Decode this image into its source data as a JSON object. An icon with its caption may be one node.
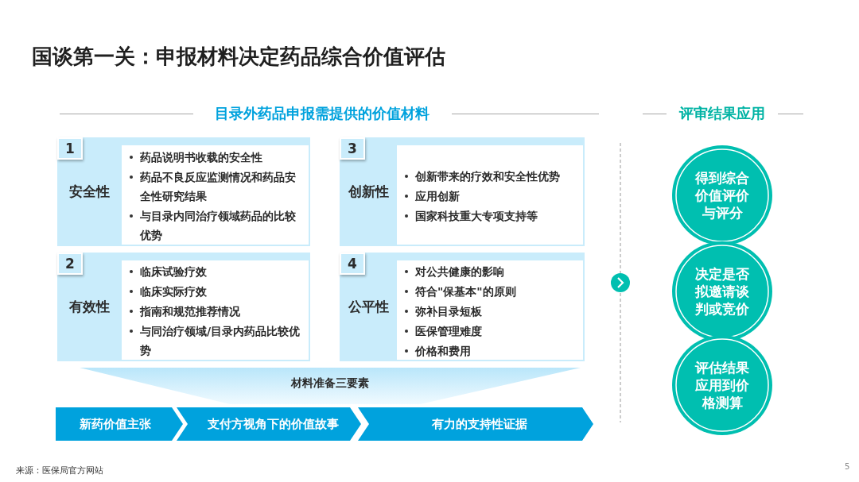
{
  "diagram": {
    "title": "国谈第一关：申报材料决定药品综合价值评估",
    "nodes": [
      {
        "text": [
          "安全性"
        ]
      },
      {
        "text": [
          "1"
        ],
        "in": 0
      },
      {
        "text": [
          "药品说明书收载的安全性",
          "药品不良反应监测情况和药品安全性研究结果",
          "与目录内同治疗领域药品的比较优势"
        ],
        "in": 0
      },
      {
        "text": [
          "创新性"
        ]
      },
      {
        "text": [
          "3"
        ],
        "in": 3
      },
      {
        "text": [
          "创新带来的疗效和安全性优势",
          "应用创新",
          "国家科技重大专项支持等"
        ],
        "in": 3
      },
      {
        "text": [
          "有效性"
        ]
      },
      {
        "text": [
          "2"
        ],
        "in": 6
      },
      {
        "text": [
          "临床试验疗效",
          "临床实际疗效",
          "指南和规范推荐情况",
          "与同治疗领域/目录内药品比较优势"
        ],
        "in": 6
      },
      {
        "text": [
          "公平性"
        ]
      },
      {
        "text": [
          "4"
        ],
        "in": 9
      },
      {
        "text": [
          "对公共健康的影响",
          "符合\"保基本\"的原则",
          "弥补目录短板",
          "医保管理难度",
          "价格和费用"
        ],
        "in": 9
      },
      {
        "text": [
          "材料准备三要素"
        ]
      },
      {
        "text": [
          "新药价值主张"
        ]
      },
      {
        "text": [
          "支付方视角下的价值故事"
        ]
      },
      {
        "text": [
          "有力的支持性证据"
        ]
      },
      {
        "text": [
          "得到综合价值评价与评分"
        ]
      },
      {
        "text": [
          "决定是否拟邀请谈判或竞价"
        ]
      },
      {
        "text": [
          "评估结果应用到价格测算"
        ]
      }
    ],
    "labels": [
      "目录外药品申报需提供的价值材料",
      "评审结果应用",
      "来源：医保局官方网站",
      "5"
    ]
  }
}
